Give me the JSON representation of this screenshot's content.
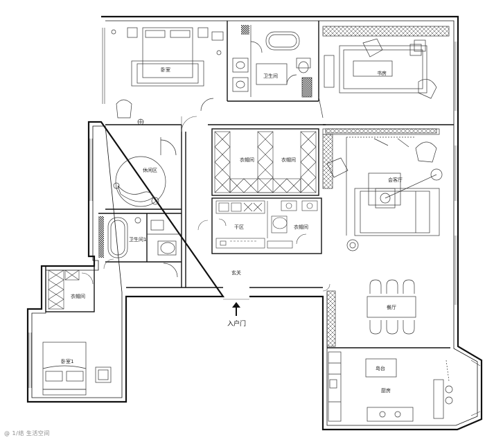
{
  "rooms": {
    "bedroom": "卧室",
    "bathroom": "卫生间",
    "study": "书房",
    "lounge": "休闲区",
    "wardrobe_a": "衣帽间",
    "wardrobe_b": "衣帽间",
    "living": "会客厅",
    "dry_area": "干区",
    "wardrobe_c": "衣帽间",
    "bathroom1": "卫生间1",
    "foyer": "玄关",
    "wardrobe_d": "衣帽间",
    "dining": "餐厅",
    "bedroom1": "卧室1",
    "island": "岛台",
    "kitchen": "厨房"
  },
  "entrance": {
    "label": "入户门"
  },
  "watermark": "@ 1/结 生活空间"
}
